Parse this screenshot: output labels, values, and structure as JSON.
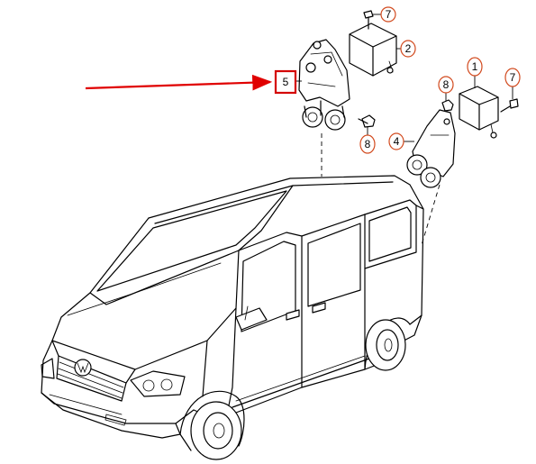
{
  "callouts": {
    "c1": "1",
    "c2": "2",
    "c4": "4",
    "c5": "5",
    "c7a": "7",
    "c7b": "7",
    "c8a": "8",
    "c8b": "8"
  },
  "colors": {
    "callout_ring": "#d24a1e",
    "highlight": "#d40000",
    "arrow": "#e00000",
    "lines": "#000000"
  },
  "highlighted_part": "5"
}
